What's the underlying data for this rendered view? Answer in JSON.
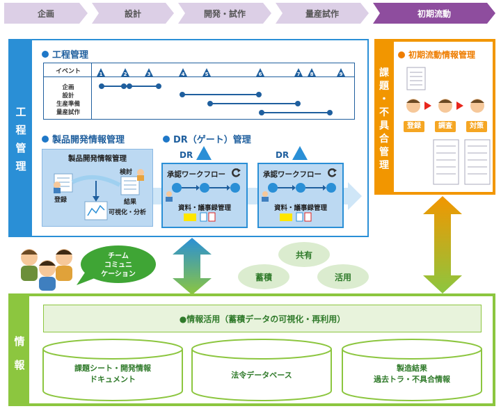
{
  "phases": [
    "企画",
    "設計",
    "開発・試作",
    "量産試作",
    "初期流動"
  ],
  "process_panel": {
    "side_label": [
      "工",
      "程",
      "管",
      "理"
    ],
    "process_mgmt": {
      "title": "工程管理",
      "event_label": "イベント",
      "event_numbers": [
        "1",
        "2",
        "3",
        "4",
        "5",
        "6",
        "7",
        "8",
        "9"
      ],
      "rows": [
        "企画",
        "設計",
        "生産準備",
        "量産試作"
      ]
    },
    "product_info": {
      "title": "製品開発情報管理",
      "box_title": "製品開発情報管理",
      "labels": {
        "review": "検討",
        "register": "登録",
        "result": "結果",
        "visualize": "可視化・分析"
      }
    },
    "dr": {
      "title": "DR（ゲート）管理",
      "dr_label": "DR",
      "workflow_title": "承認ワークフロー",
      "docs_label": "資料・議事録管理"
    }
  },
  "issue_panel": {
    "side_label": [
      "課",
      "題",
      "・",
      "不",
      "具",
      "合",
      "管",
      "理"
    ],
    "title": "初期流動情報管理",
    "steps": [
      "登録",
      "調査",
      "対策"
    ]
  },
  "team_bubble": [
    "チーム",
    "コミュニ",
    "ケーション"
  ],
  "bubbles": [
    "共有",
    "蓄積",
    "活用"
  ],
  "info_panel": {
    "side_label": [
      "情",
      "報"
    ],
    "banner": "●情報活用（蓄積データの可視化・再利用）",
    "databases": [
      [
        "課題シート・開発情報",
        "ドキュメント"
      ],
      [
        "法令データベース"
      ],
      [
        "製造結果",
        "過去トラ・不具合情報"
      ]
    ]
  },
  "colors": {
    "blue": "#2a8fd6",
    "orange": "#f29600",
    "green": "#8cc63f",
    "purple": "#8e4d9e",
    "lavender": "#dccfe6"
  }
}
